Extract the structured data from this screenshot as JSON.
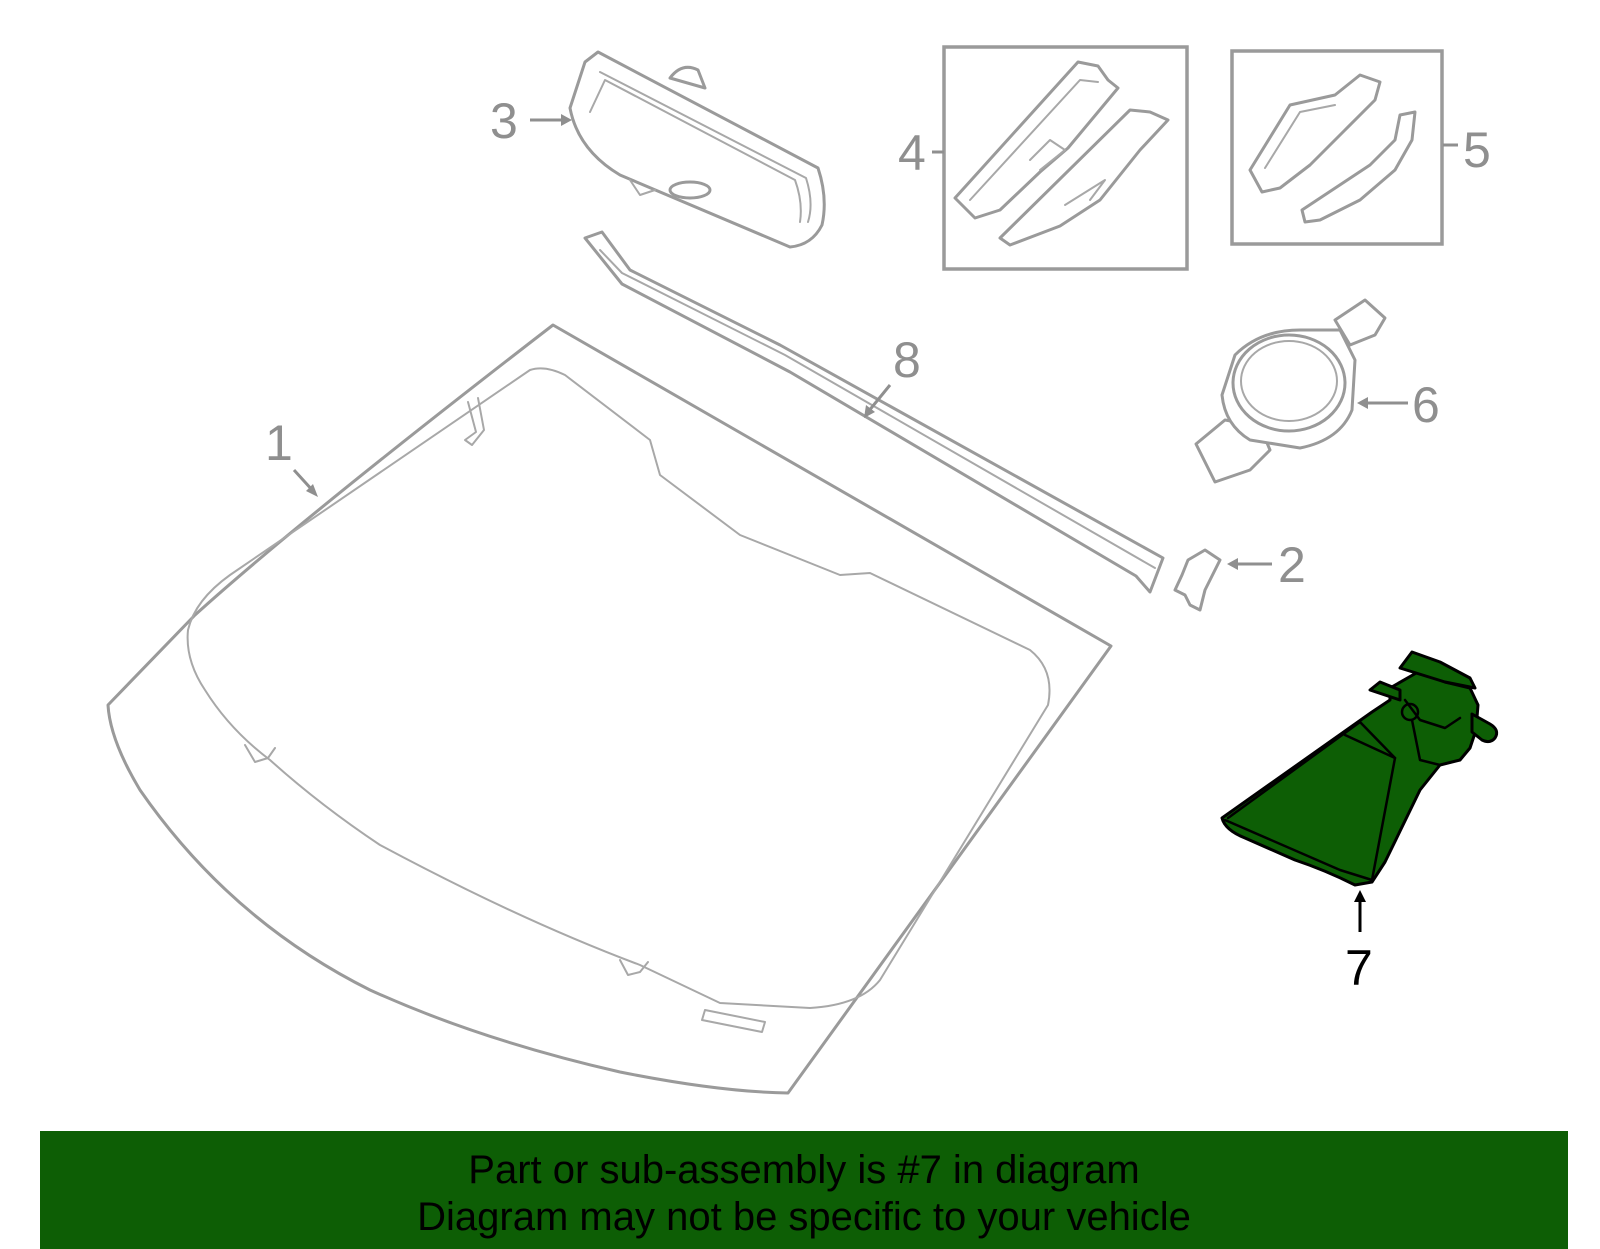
{
  "diagram": {
    "callouts": [
      {
        "id": "1",
        "text": "1"
      },
      {
        "id": "2",
        "text": "2"
      },
      {
        "id": "3",
        "text": "3"
      },
      {
        "id": "4",
        "text": "4"
      },
      {
        "id": "5",
        "text": "5"
      },
      {
        "id": "6",
        "text": "6"
      },
      {
        "id": "7",
        "text": "7",
        "highlighted": true
      },
      {
        "id": "8",
        "text": "8"
      }
    ],
    "highlight_color": "#0d5e05",
    "line_color": "#9a9a9a"
  },
  "banner": {
    "line1": "Part or sub-assembly is #7 in diagram",
    "line2": "Diagram may not be specific to your vehicle",
    "background": "#0d5e05"
  }
}
